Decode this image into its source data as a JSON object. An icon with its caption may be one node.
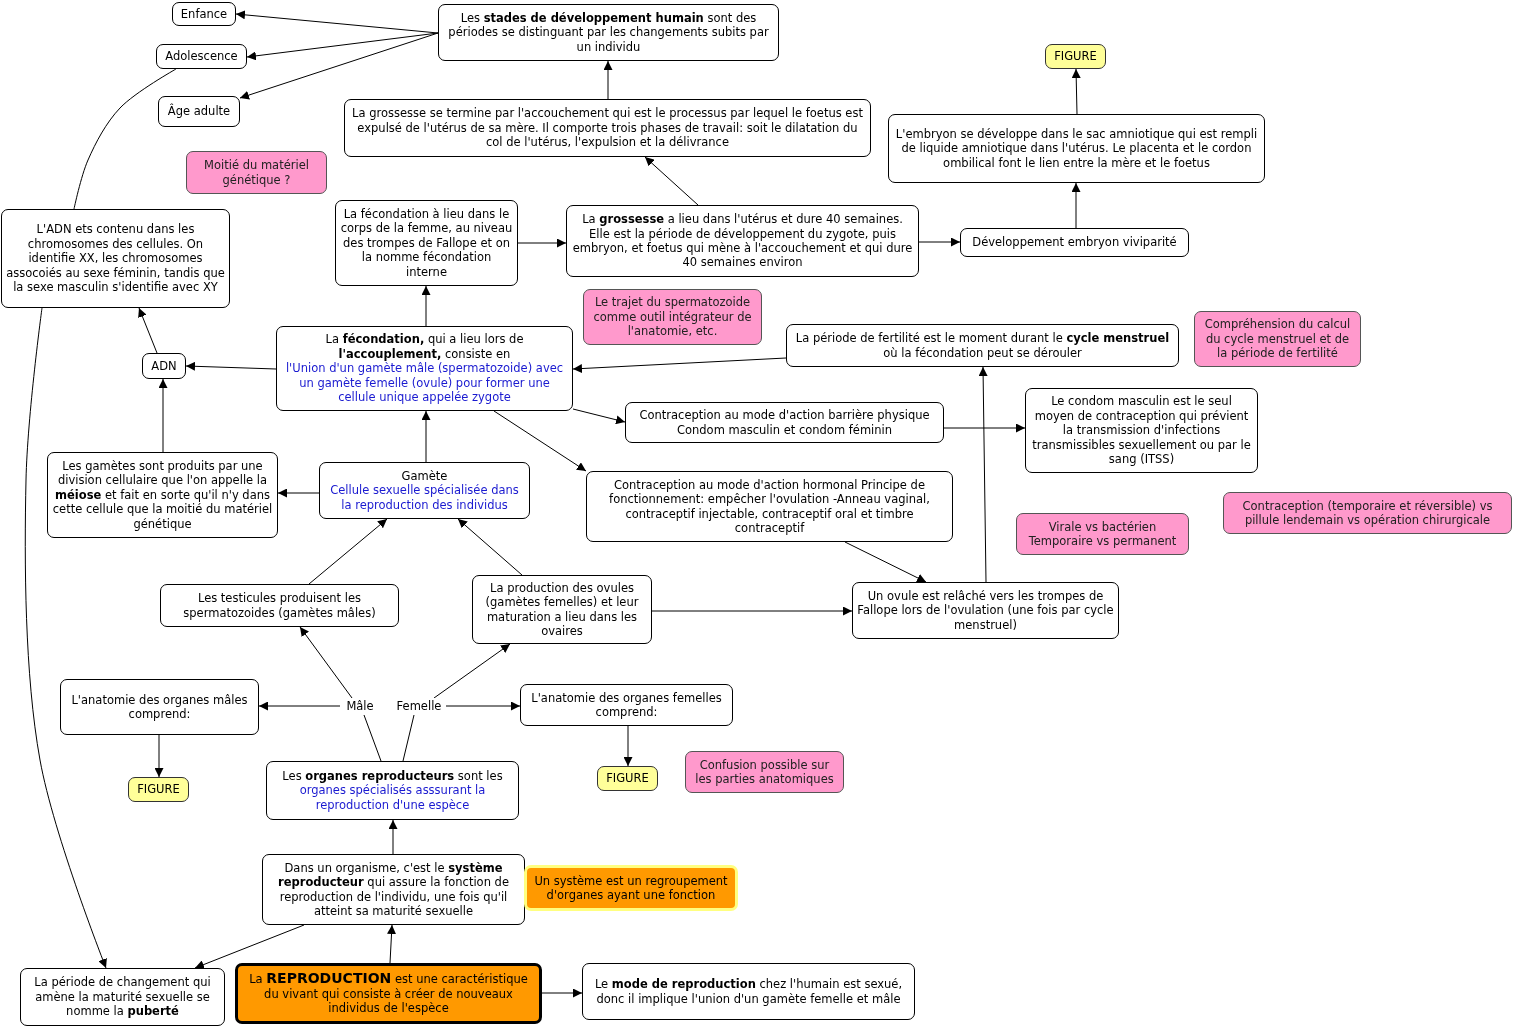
{
  "diagram": {
    "nodes": [
      {
        "text": [
          "Les **stades de développement humain** sont des périodes se distinguant par les changements subits par un individu"
        ]
      },
      {
        "text": [
          "Enfance"
        ]
      },
      {
        "text": [
          "Adolescence"
        ]
      },
      {
        "text": [
          "Âge adulte"
        ]
      },
      {
        "text": [
          "La grossesse se termine par l'accouchement qui est le processus par lequel le foetus est expulsé de l'utérus de sa mère. Il comporte trois phases de travail: soit le dilatation du col de l'utérus, l'expulsion et la délivrance"
        ]
      },
      {
        "text": [
          "FIGURE"
        ]
      },
      {
        "text": [
          "L'embryon se développe dans le sac amniotique qui est rempli de liquide amniotique dans l'utérus. Le placenta et le cordon ombilical font le lien entre la mère et le foetus"
        ]
      },
      {
        "text": [
          "Moitié du matériel génétique ?"
        ]
      },
      {
        "text": [
          "L'ADN ets contenu dans les chromosomes des cellules. On identifie XX, les chromosomes assocoiés au sexe féminin, tandis que la sexe masculin s'identifie avec XY"
        ]
      },
      {
        "text": [
          "La fécondation à lieu dans le corps de la femme, au niveau des trompes de Fallope et on la nomme fécondation interne"
        ]
      },
      {
        "text": [
          "La **grossesse** a lieu dans l'utérus et dure 40 semaines. Elle est la période de développement du zygote, puis embryon, et foetus qui mène à l'accouchement et qui dure 40 semaines environ"
        ]
      },
      {
        "text": [
          "Développement embryon viviparité"
        ]
      },
      {
        "text": [
          "Le trajet du spermatozoide comme outil intégrateur de l'anatomie, etc."
        ]
      },
      {
        "text": [
          "La **fécondation,** qui a lieu lors de **l'accouplement,** consiste en",
          "l'Union d'un gamète mâle (spermatozoide) avec un gamète femelle (ovule) pour former une cellule unique appelée zygote"
        ]
      },
      {
        "text": [
          "ADN"
        ]
      },
      {
        "text": [
          "La période de fertilité est le moment durant le **cycle menstruel** où la fécondation peut se dérouler"
        ]
      },
      {
        "text": [
          "Compréhension du calcul du cycle menstruel et de la période de fertilité"
        ]
      },
      {
        "text": [
          "Contraception au mode d'action barrière physique Condom masculin et condom féminin"
        ]
      },
      {
        "text": [
          "Le condom masculin est le seul moyen de contraception qui prévient la transmission d'infections transmissibles sexuellement ou par le sang (ITSS)"
        ]
      },
      {
        "text": [
          "Les gamètes sont produits par une division cellulaire que l'on appelle la **méiose** et fait en sorte qu'il n'y dans cette cellule que la moitié du matériel génétique"
        ]
      },
      {
        "text": [
          "Gamète",
          "Cellule sexuelle spécialisée dans la reproduction des individus"
        ]
      },
      {
        "text": [
          "Contraception au mode d'action hormonal Principe de fonctionnement: empêcher l'ovulation -Anneau vaginal, contraceptif injectable, contraceptif oral et timbre contraceptif"
        ]
      },
      {
        "text": [
          "Contraception (temporaire et réversible) vs pillule lendemain vs opération chirurgicale"
        ]
      },
      {
        "text": [
          "Virale vs bactérien Temporaire vs permanent"
        ]
      },
      {
        "text": [
          "Les testicules produisent les spermatozoides (gamètes mâles)"
        ]
      },
      {
        "text": [
          "La production des ovules (gamètes femelles) et leur maturation a lieu dans les ovaires"
        ]
      },
      {
        "text": [
          "Un ovule est relâché vers les trompes de Fallope lors de l'ovulation (une fois par cycle menstruel)"
        ]
      },
      {
        "text": [
          "L'anatomie des organes mâles comprend:"
        ]
      },
      {
        "text": [
          "Mâle"
        ]
      },
      {
        "text": [
          "Femelle"
        ]
      },
      {
        "text": [
          "L'anatomie des organes femelles comprend:"
        ]
      },
      {
        "text": [
          "FIGURE"
        ]
      },
      {
        "text": [
          "FIGURE"
        ]
      },
      {
        "text": [
          "Confusion possible sur les parties anatomiques"
        ]
      },
      {
        "text": [
          "Les **organes reproducteurs** sont les",
          "organes spécialisés asssurant la reproduction d'une espèce"
        ]
      },
      {
        "text": [
          "Dans un organisme, c'est le **système reproducteur** qui assure la fonction de reproduction de l'individu, une fois qu'il atteint sa maturité sexuelle"
        ]
      },
      {
        "text": [
          "Un système est un regroupement d'organes ayant une fonction"
        ]
      },
      {
        "text": [
          "La période de changement qui amène la maturité sexuelle se nomme la **puberté**"
        ]
      },
      {
        "text": [
          "La **REPRODUCTION** est une caractéristique du vivant qui consiste à créer de nouveaux individus de l'espèce"
        ]
      },
      {
        "text": [
          "Le **mode de reproduction** chez l'humain est sexué, donc il implique l'union d'un gamète femelle et mâle"
        ]
      }
    ],
    "edges": [
      {
        "from": 0,
        "to": 1,
        "arrow": "to"
      },
      {
        "from": 0,
        "to": 2,
        "arrow": "to"
      },
      {
        "from": 0,
        "to": 3,
        "arrow": "to"
      },
      {
        "from": 4,
        "to": 0,
        "arrow": "to"
      },
      {
        "from": 10,
        "to": 4,
        "arrow": "to"
      },
      {
        "from": 6,
        "to": 5,
        "arrow": "to"
      },
      {
        "from": 11,
        "to": 6,
        "arrow": "to"
      },
      {
        "from": 10,
        "to": 11,
        "arrow": "to"
      },
      {
        "from": 9,
        "to": 10,
        "arrow": "to"
      },
      {
        "from": 13,
        "to": 9,
        "arrow": "to"
      },
      {
        "from": 13,
        "to": 14,
        "arrow": "to"
      },
      {
        "from": 15,
        "to": 13,
        "arrow": "to"
      },
      {
        "from": 14,
        "to": 8,
        "arrow": "to"
      },
      {
        "from": 19,
        "to": 14,
        "arrow": "to"
      },
      {
        "from": 20,
        "to": 13,
        "arrow": "to"
      },
      {
        "from": 20,
        "to": 19,
        "arrow": "to"
      },
      {
        "from": 24,
        "to": 20,
        "arrow": "to"
      },
      {
        "from": 25,
        "to": 20,
        "arrow": "to"
      },
      {
        "from": 13,
        "to": 17,
        "arrow": "to"
      },
      {
        "from": 13,
        "to": 21,
        "arrow": "to"
      },
      {
        "from": 17,
        "to": 18,
        "arrow": "to"
      },
      {
        "from": 21,
        "to": 26,
        "arrow": "to"
      },
      {
        "from": 25,
        "to": 26,
        "arrow": "to"
      },
      {
        "from": 26,
        "to": 15,
        "arrow": "to"
      },
      {
        "from": 28,
        "to": 24,
        "arrow": "to"
      },
      {
        "from": 29,
        "to": 25,
        "arrow": "to"
      },
      {
        "from": 28,
        "to": 27,
        "arrow": "to"
      },
      {
        "from": 29,
        "to": 30,
        "arrow": "to"
      },
      {
        "from": 34,
        "to": 28,
        "arrow": "none"
      },
      {
        "from": 34,
        "to": 29,
        "arrow": "none"
      },
      {
        "from": 27,
        "to": 31,
        "arrow": "to"
      },
      {
        "from": 30,
        "to": 32,
        "arrow": "to"
      },
      {
        "from": 35,
        "to": 34,
        "arrow": "to"
      },
      {
        "from": 38,
        "to": 35,
        "arrow": "to"
      },
      {
        "from": 38,
        "to": 39,
        "arrow": "to"
      },
      {
        "from": 35,
        "to": 37,
        "arrow": "to"
      },
      {
        "from": 2,
        "to": 8,
        "arrow": "none"
      },
      {
        "from": 8,
        "to": 37,
        "arrow": "to"
      }
    ]
  }
}
